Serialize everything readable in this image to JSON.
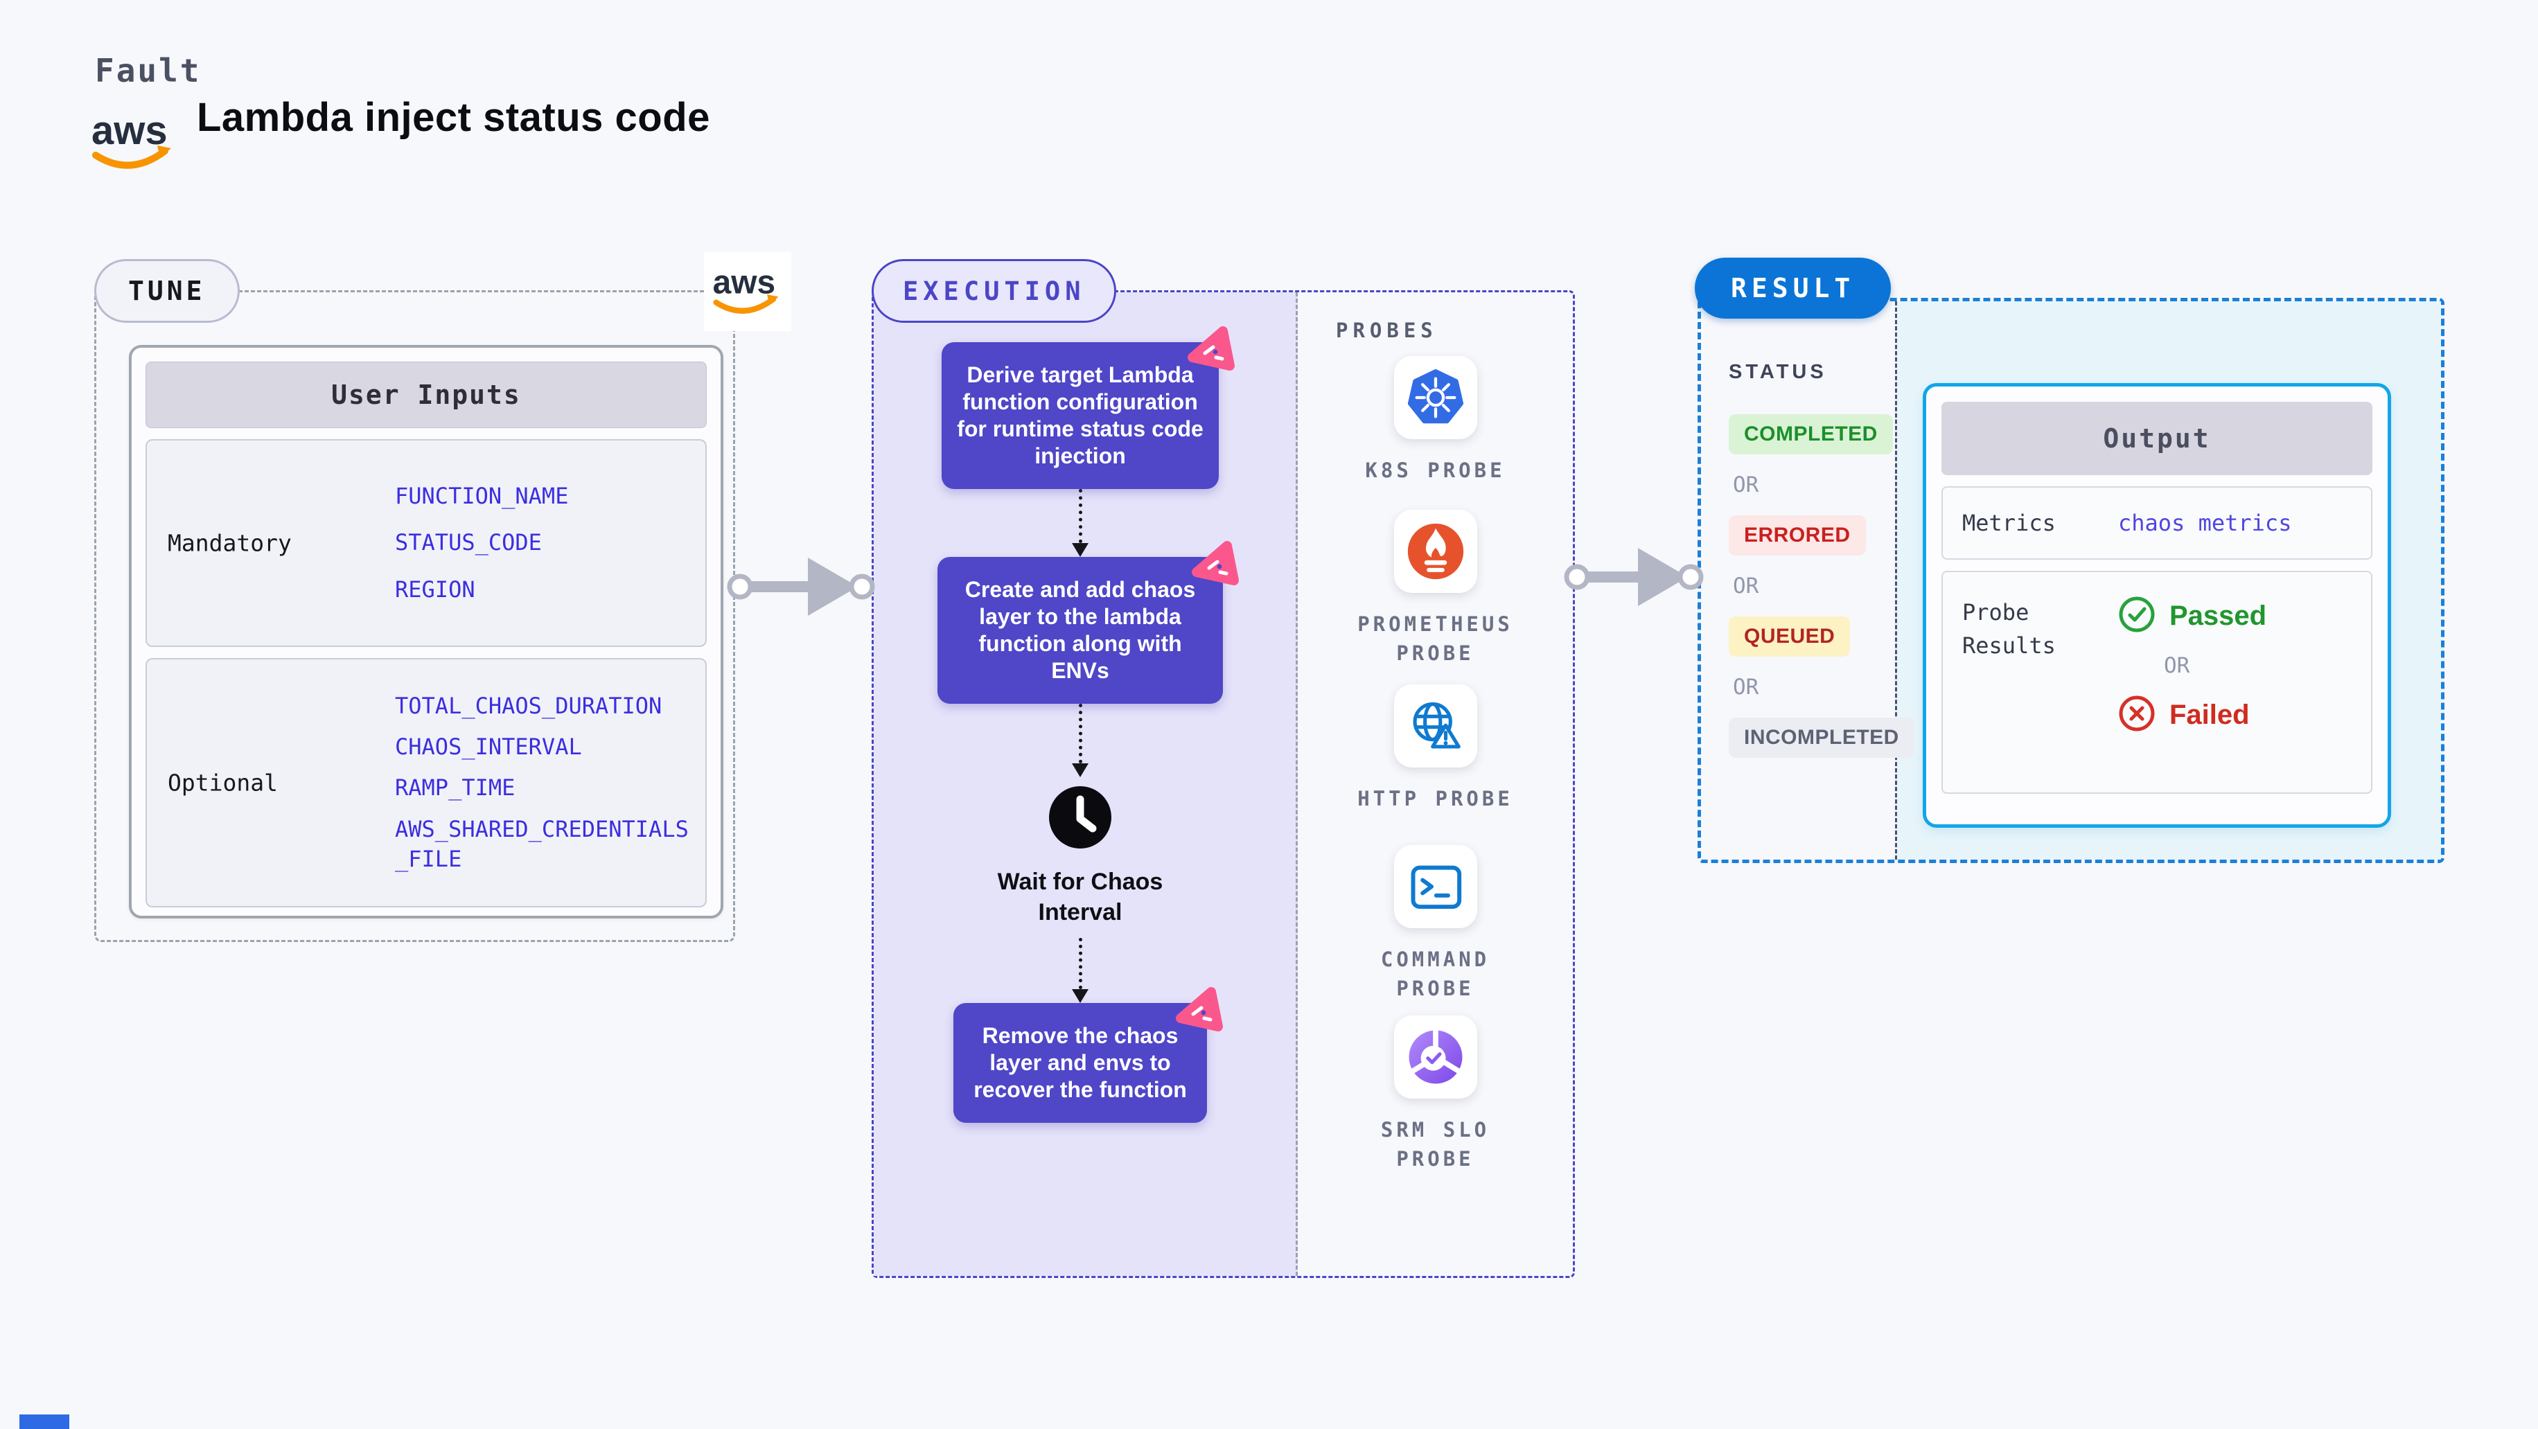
{
  "header": {
    "eyebrow": "Fault",
    "title": "Lambda inject status code",
    "aws_logo_text": "aws"
  },
  "tune": {
    "badge": "TUNE",
    "table": {
      "header": "User Inputs",
      "rows": [
        {
          "label": "Mandatory",
          "params": [
            "FUNCTION_NAME",
            "STATUS_CODE",
            "REGION"
          ]
        },
        {
          "label": "Optional",
          "params": [
            "TOTAL_CHAOS_DURATION",
            "CHAOS_INTERVAL",
            "RAMP_TIME",
            "AWS_SHARED_CREDENTIALS_FILE"
          ]
        }
      ]
    }
  },
  "execution": {
    "badge": "EXECUTION",
    "steps": [
      "Derive target Lambda function configuration for runtime status code injection",
      "Create and add chaos layer to the lambda function along with ENVs",
      "Remove the chaos layer and envs to recover the function"
    ],
    "wait_label": "Wait for Chaos Interval",
    "probes": {
      "heading": "PROBES",
      "items": [
        {
          "label": "K8S PROBE",
          "icon": "kubernetes-icon"
        },
        {
          "label": "PROMETHEUS PROBE",
          "icon": "prometheus-icon"
        },
        {
          "label": "HTTP PROBE",
          "icon": "globe-warning-icon"
        },
        {
          "label": "COMMAND PROBE",
          "icon": "terminal-icon"
        },
        {
          "label": "SRM SLO PROBE",
          "icon": "slo-donut-check-icon"
        }
      ]
    }
  },
  "result": {
    "badge": "RESULT",
    "status": {
      "heading": "STATUS",
      "separator": "OR",
      "values": [
        {
          "label": "COMPLETED",
          "tone": "success"
        },
        {
          "label": "ERRORED",
          "tone": "error"
        },
        {
          "label": "QUEUED",
          "tone": "warning"
        },
        {
          "label": "INCOMPLETED",
          "tone": "neutral"
        }
      ]
    },
    "output": {
      "header": "Output",
      "metrics_label": "Metrics",
      "metrics_value": "chaos metrics",
      "probe_results_label": "Probe Results",
      "passed_label": "Passed",
      "failed_label": "Failed",
      "separator": "OR"
    }
  },
  "colors": {
    "accent_indigo": "#4f46c8",
    "execution_border": "#4b45c6",
    "result_blue": "#0c74d6",
    "result_border": "#1a80d8",
    "output_border": "#12a6e8",
    "param_blue": "#3b2fe0",
    "metrics_value_blue": "#4f46e0",
    "success_green": "#1c8f2b",
    "error_red": "#cb1f1f",
    "queued_yellow_bg": "#fcf2c4",
    "litmus_pink": "#fa578d",
    "aws_orange": "#f79400",
    "lavender_bg": "#e5e3f9",
    "cyan_bg": "#e7f5fb"
  }
}
